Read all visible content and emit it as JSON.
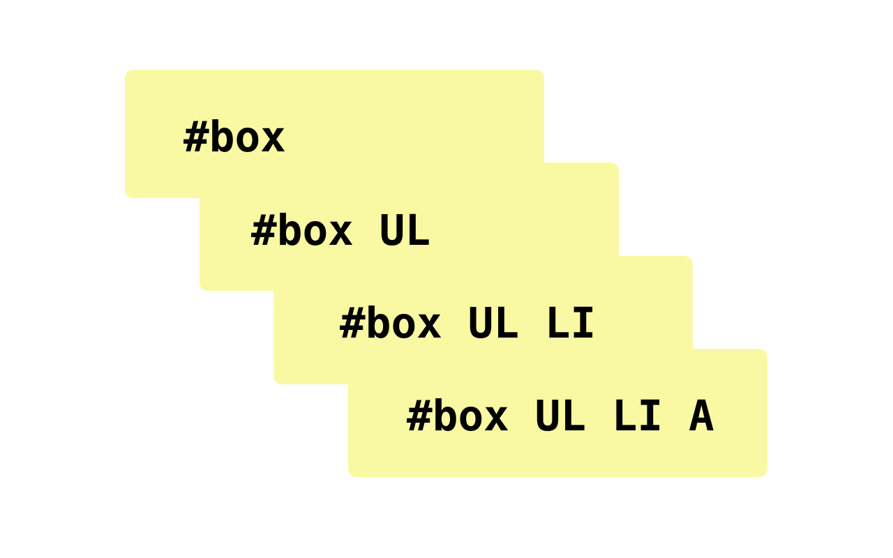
{
  "colors": {
    "box_fill": "#f9f9a3",
    "text": "#000000"
  },
  "boxes": [
    {
      "label": "#box"
    },
    {
      "label": "#box UL"
    },
    {
      "label": "#box UL LI"
    },
    {
      "label": "#box UL LI A"
    }
  ]
}
